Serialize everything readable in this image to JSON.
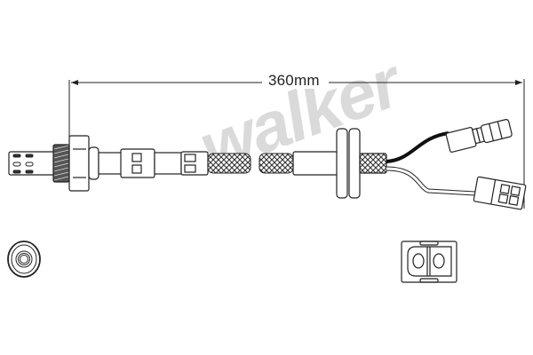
{
  "drawing": {
    "subject": "oxygen sensor technical drawing",
    "dimension": {
      "label": "360mm",
      "value": 360,
      "unit": "mm"
    },
    "watermark": {
      "text": "walker",
      "color": "#d4d4d4"
    },
    "views": [
      {
        "name": "sensor-tip-end-view"
      },
      {
        "name": "connector-end-view",
        "pins": 2
      }
    ],
    "connectors": 2,
    "wire_colors": [
      "#111111",
      "#ffffff"
    ],
    "line_color": "#222222"
  }
}
